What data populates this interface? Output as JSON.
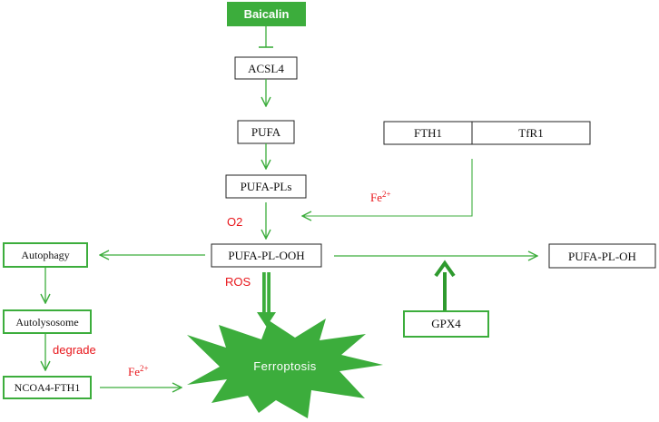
{
  "colors": {
    "green": "#3cad3c",
    "dark_green": "#2e9a2e",
    "red": "#e8161b",
    "border": "#222222",
    "white": "#ffffff"
  },
  "nodes": {
    "baicalin": "Baicalin",
    "acsl4": "ACSL4",
    "pufa": "PUFA",
    "pufa_pls": "PUFA-PLs",
    "pufa_pl_ooh": "PUFA-PL-OOH",
    "pufa_pl_oh": "PUFA-PL-OH",
    "fth1": "FTH1",
    "tfr1": "TfR1",
    "autophagy": "Autophagy",
    "autolysosome": "Autolysosome",
    "ncoa4_fth1": "NCOA4-FTH1",
    "gpx4": "GPX4",
    "ferroptosis": "Ferroptosis"
  },
  "labels": {
    "o2": "O2",
    "ros": "ROS",
    "degrade": "degrade",
    "fe_base": "Fe",
    "fe_sup": "2+"
  }
}
